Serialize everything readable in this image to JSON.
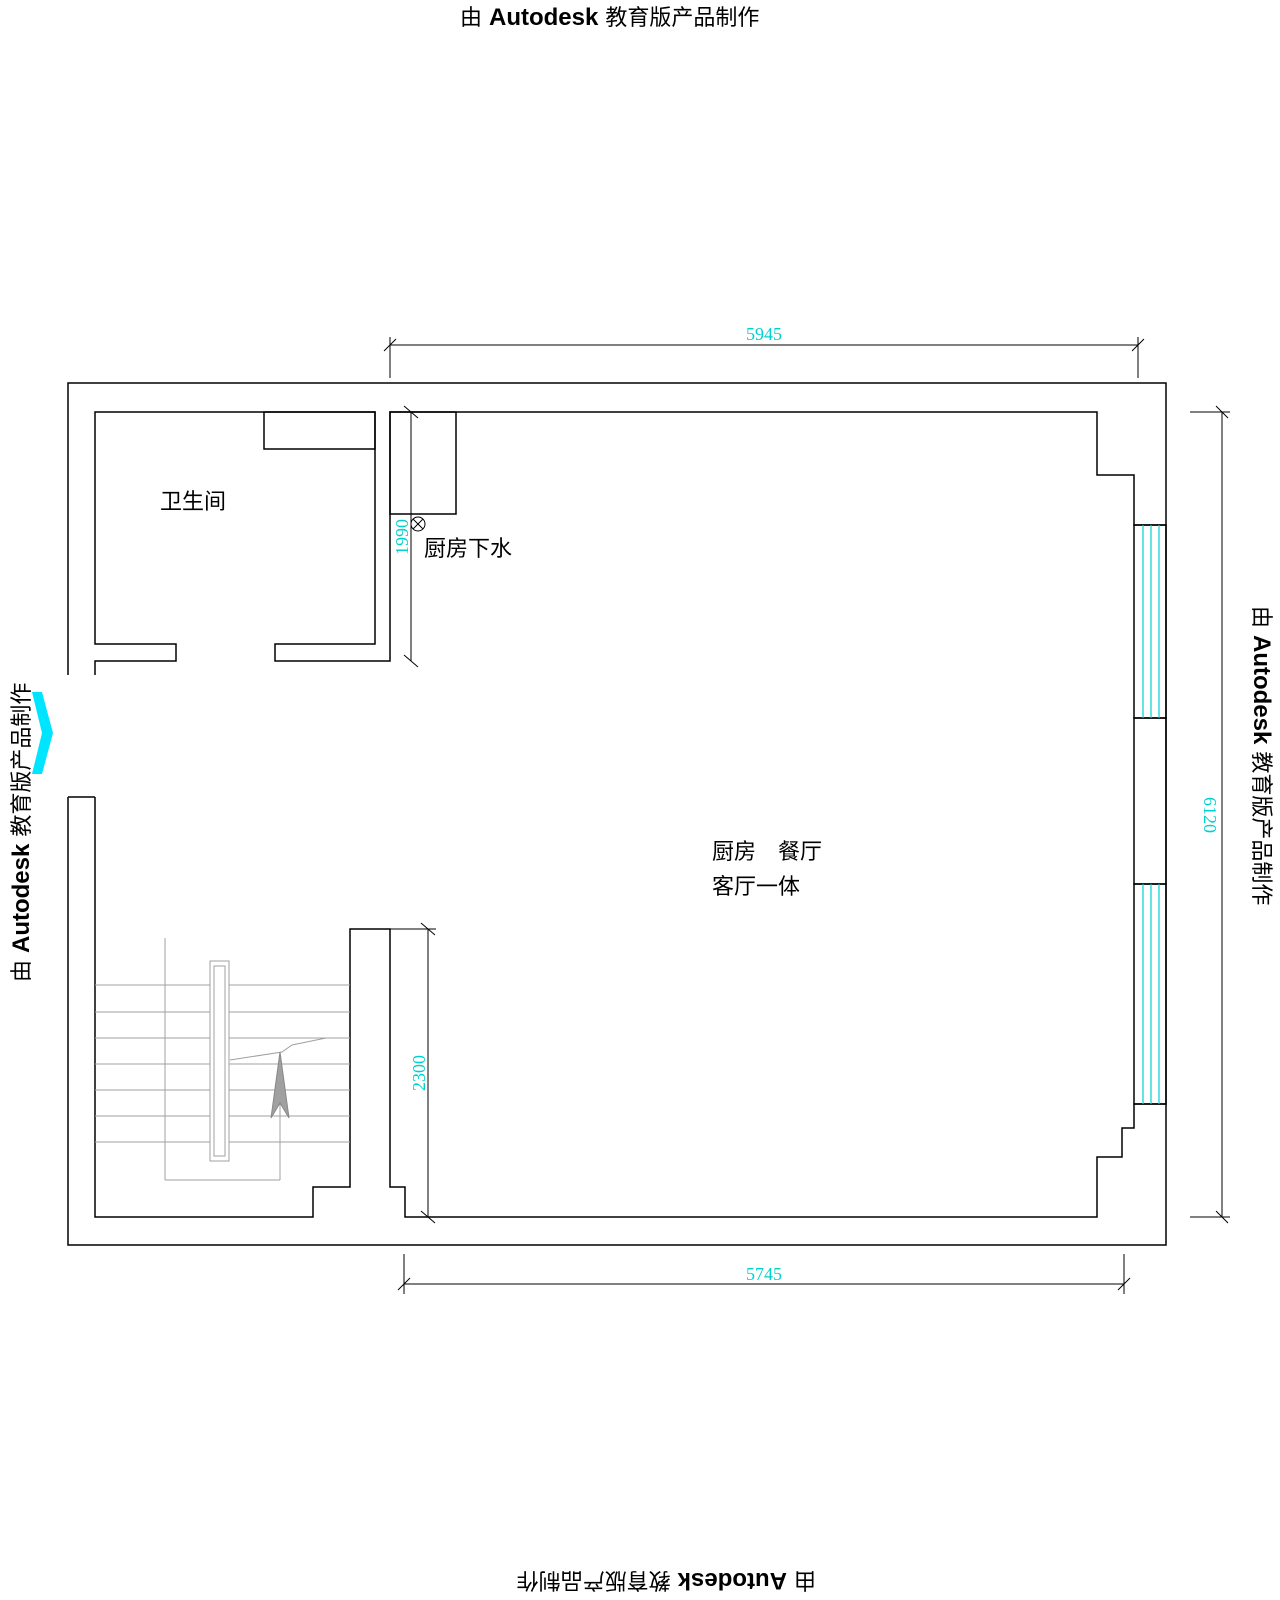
{
  "watermark": {
    "prefix": "由 ",
    "brand": "Autodesk",
    "suffix": " 教育版产品制作"
  },
  "rooms": {
    "bathroom": "卫生间",
    "kitchen_drain": "厨房下水",
    "main_line1": "厨房　餐厅",
    "main_line2": "客厅一体"
  },
  "dimensions": {
    "top_width": "5945",
    "bottom_width": "5745",
    "right_height": "6120",
    "drain_wall": "1990",
    "stair_wall": "2300"
  },
  "colors": {
    "walls": "#000000",
    "dimension": "#00d0d0",
    "stairs": "#a0a0a0",
    "entry_arrow": "#00e5ff"
  }
}
